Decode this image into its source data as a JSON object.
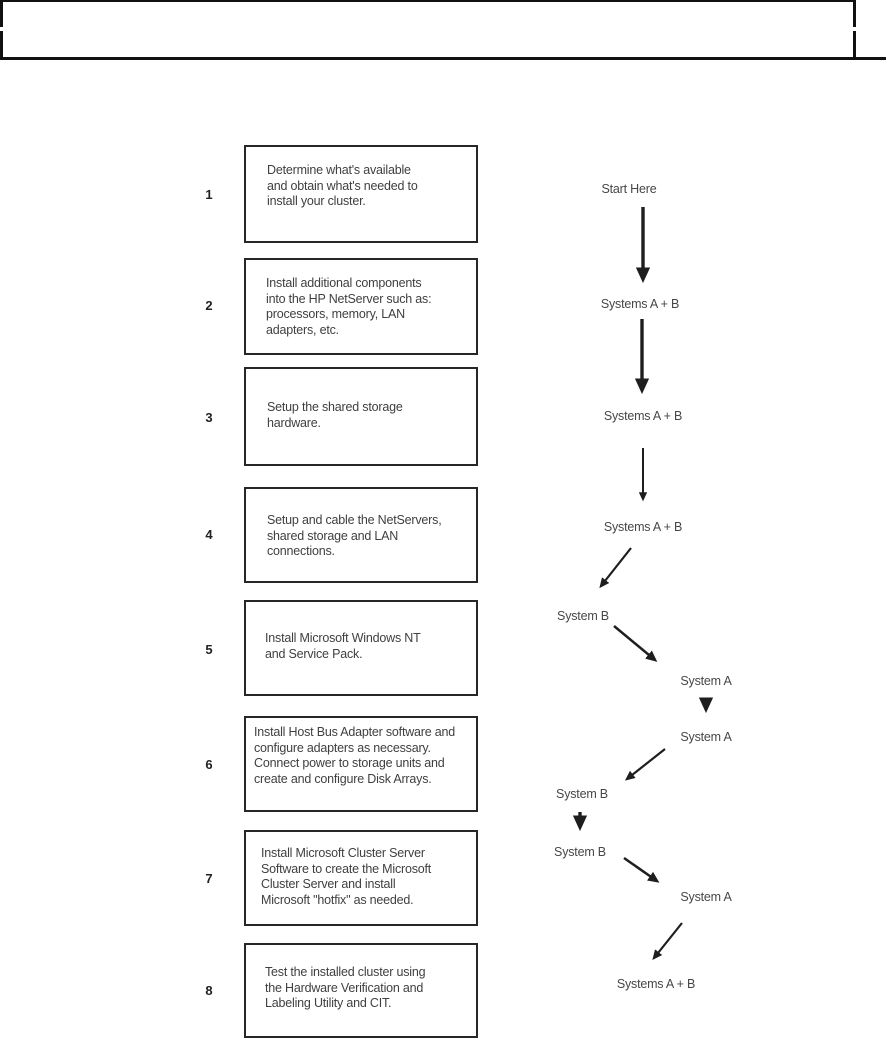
{
  "header": {
    "note": "empty two-row table header"
  },
  "steps": [
    {
      "number": "1",
      "lines": [
        "Determine what's available",
        "and obtain what's needed to",
        "install your cluster."
      ]
    },
    {
      "number": "2",
      "lines": [
        "Install additional components",
        "into the HP NetServer such as:",
        "processors, memory, LAN",
        "adapters, etc."
      ]
    },
    {
      "number": "3",
      "lines": [
        "Setup the shared storage",
        "hardware."
      ]
    },
    {
      "number": "4",
      "lines": [
        "Setup and cable the NetServers,",
        "shared storage and LAN",
        "connections."
      ]
    },
    {
      "number": "5",
      "lines": [
        "Install Microsoft Windows NT",
        "and Service Pack."
      ]
    },
    {
      "number": "6",
      "lines": [
        "Install Host Bus Adapter software and",
        "configure adapters as necessary.",
        "Connect power to storage units and",
        "create and configure Disk Arrays."
      ]
    },
    {
      "number": "7",
      "lines": [
        "Install Microsoft Cluster Server",
        "Software to create the Microsoft",
        "Cluster Server and install",
        "Microsoft \"hotfix\" as needed."
      ]
    },
    {
      "number": "8",
      "lines": [
        "Test the installed cluster using",
        "the Hardware Verification and",
        "Labeling Utility and CIT."
      ]
    }
  ],
  "flow": {
    "labels": [
      "Start Here",
      "Systems A + B",
      "Systems A + B",
      "Systems A + B",
      "System B",
      "System A",
      "System A",
      "System B",
      "System B",
      "System A",
      "Systems A + B"
    ]
  },
  "colors": {
    "ink": "#1e1e1e",
    "box_border": "#272727",
    "text": "#3f3f3f"
  }
}
